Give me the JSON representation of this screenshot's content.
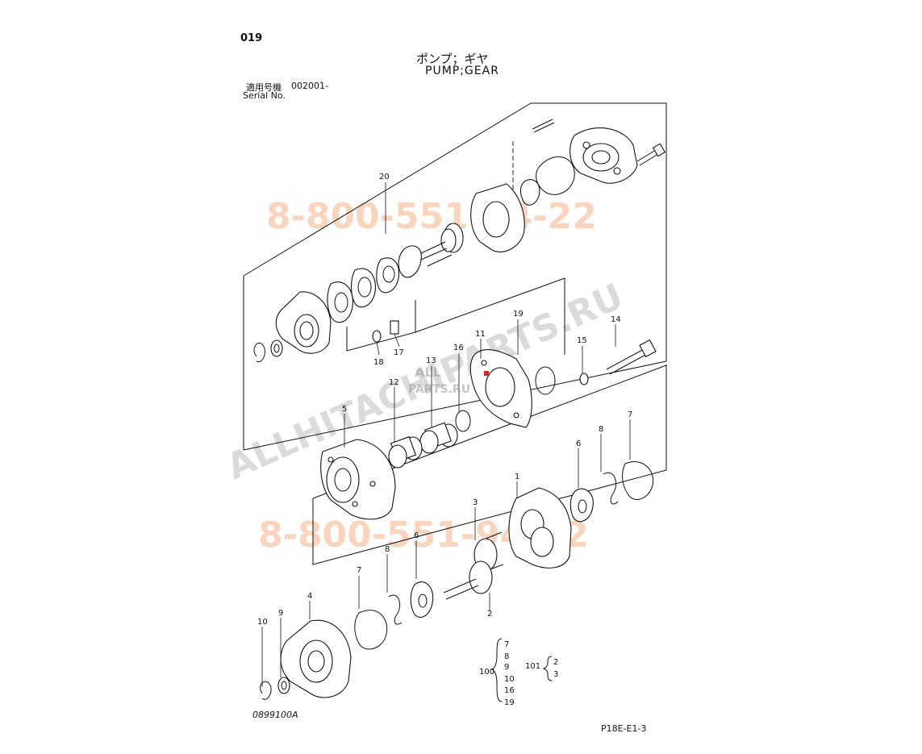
{
  "header": {
    "page_number": "019",
    "title_jp": "ポンプ；ギヤ",
    "title_en": "PUMP;GEAR",
    "serial_label_jp": "適用号機",
    "serial_value": "002001-",
    "serial_label_en": "Serial No."
  },
  "callouts": {
    "c1": "1",
    "c2": "2",
    "c3": "3",
    "c4": "4",
    "c5": "5",
    "c6a": "6",
    "c6b": "6",
    "c7a": "7",
    "c7b": "7",
    "c8a": "8",
    "c8b": "8",
    "c9": "9",
    "c10": "10",
    "c11": "11",
    "c12": "12",
    "c13": "13",
    "c14": "14",
    "c15": "15",
    "c16": "16",
    "c17": "17",
    "c18": "18",
    "c19": "19",
    "c20": "20"
  },
  "kit_100": {
    "label": "100",
    "items": [
      "7",
      "8",
      "9",
      "10",
      "16",
      "19"
    ]
  },
  "kit_101": {
    "label": "101",
    "items": [
      "2",
      "3"
    ]
  },
  "watermarks": {
    "phone_top": "8-800-551-94-22",
    "phone_bottom": "8-800-551-94-22",
    "site": "ALLHITACHIPARTS.RU",
    "logo_top": "ALL",
    "logo_bottom": "PARTS.RU"
  },
  "footer": {
    "doc_code": "0899100A",
    "page_code": "P18E-E1-3"
  }
}
